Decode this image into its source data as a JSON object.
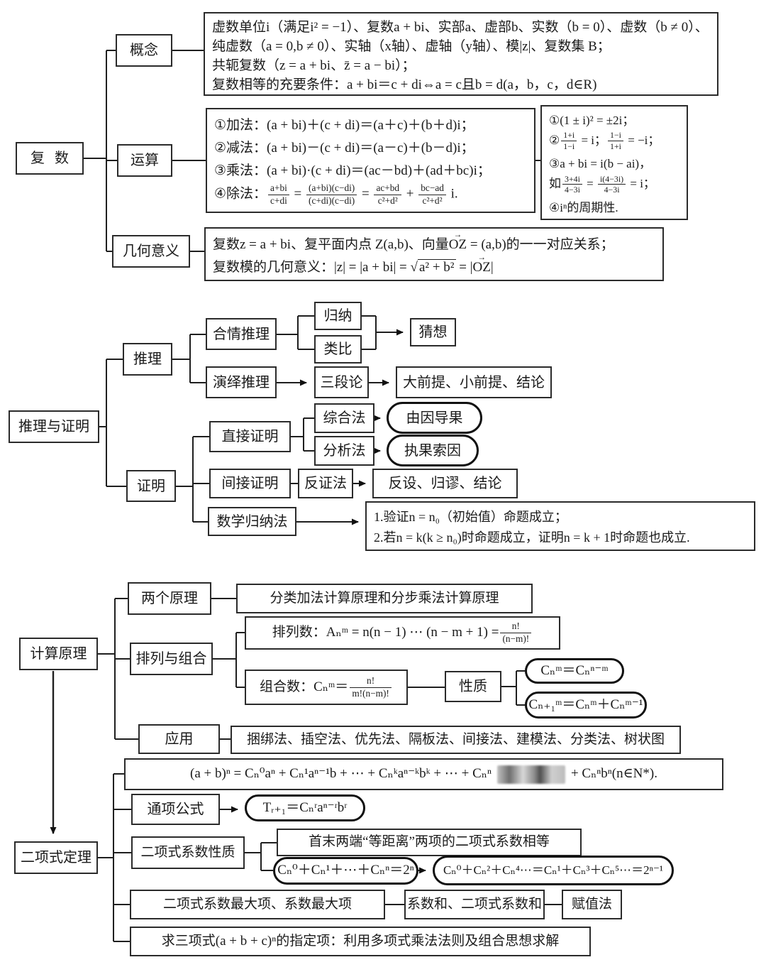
{
  "complex": {
    "root_label": "复数",
    "concept_label": "概念",
    "concept_lines": [
      "虚数单位i（满足i² = −1）、复数a + bi、实部a、虚部b、实数（b = 0）、虚数（b ≠ 0）、",
      "纯虚数（a = 0,b ≠ 0）、实轴（x轴）、虚轴（y轴）、模|z|、复数集 B；",
      "共轭复数（z = a + bi、z̄ = a − bi）；",
      "复数相等的充要条件：a + bi＝c + di⇔a = c且b = d(a，b，c，d∈R)"
    ],
    "ops_label": "运算",
    "ops_lines": [
      "①加法：(a + bi)＋(c + di)＝(a＋c)＋(b＋d)i；",
      "②减法：(a + bi)－(c + di)＝(a－c)＋(b－d)i；",
      "③乘法：(a + bi)·(c + di)＝(ac－bd)＋(ad＋bc)i；",
      "④除法：{f:a+bi|c+di} = {f:(a+bi)(c−di)|(c+di)(c−di)} = {f:ac+bd|c²+d²} + {f:bc−ad|c²+d²} i."
    ],
    "tips_lines": [
      "①(1 ± i)² = ±2i；",
      "②{f:1+i|1−i} = i；{f:1−i|1+i} = −i；",
      "③a + bi = i(b − ai)，",
      "如{f:3+4i|4−3i} = {f:i(4−3i)|4−3i} = i；",
      "④iⁿ的周期性."
    ],
    "geometry_label": "几何意义",
    "geometry_lines": [
      "复数z = a + bi、复平面内点 Z(a,b)、向量{v:OZ} = (a,b)的一一对应关系；",
      "复数模的几何意义：|z| = |a + bi| = {r:a² + b²} = |{v:OZ}|"
    ]
  },
  "reasoning": {
    "root_label": "推理与证明",
    "tuili_label": "推理",
    "heqing_label": "合情推理",
    "guina_label": "归纳",
    "leibi_label": "类比",
    "caixiang_label": "猜想",
    "yanyi_label": "演绎推理",
    "sanduanlun_label": "三段论",
    "premises_label": "大前提、小前提、结论",
    "zhengming_label": "证明",
    "direct_label": "直接证明",
    "zonghe_label": "综合法",
    "youyin_label": "由因导果",
    "fenxi_label": "分析法",
    "zhiguo_label": "执果索因",
    "indirect_label": "间接证明",
    "fanzheng_label": "反证法",
    "fanshe_label": "反设、归谬、结论",
    "induction_label": "数学归纳法",
    "induction_lines": [
      "1.验证n = n₀（初始值）命题成立；",
      "2.若n = k(k ≥ n₀)时命题成立，证明n = k + 1时命题也成立."
    ]
  },
  "counting": {
    "root_label": "计算原理",
    "two_principles_label": "两个原理",
    "two_principles_text": "分类加法计算原理和分步乘法计算原理",
    "perm_comb_label": "排列与组合",
    "perm_formula": "排列数：Aₙᵐ = n(n − 1) ⋯ (n − m + 1) = {f:n!|(n−m)!}",
    "comb_formula": "组合数：Cₙᵐ＝{f:n!|m!(n−m)!}",
    "property_label": "性质",
    "property1": "Cₙᵐ＝Cₙⁿ⁻ᵐ",
    "property2": "Cₙ₊₁ᵐ＝Cₙᵐ＋Cₙᵐ⁻¹",
    "application_label": "应用",
    "application_text": "捆绑法、插空法、优先法、隔板法、间接法、建模法、分类法、树状图"
  },
  "binomial": {
    "root_label": "二项式定理",
    "expansion_left": "(a + b)ⁿ = Cₙ⁰aⁿ + Cₙ¹aⁿ⁻¹b + ⋯ + Cₙᵏaⁿ⁻ᵏbᵏ + ⋯ + Cₙⁿ",
    "expansion_right": "+ Cₙⁿbⁿ(n∈N*).",
    "general_term_label": "通项公式",
    "general_term": "Tᵣ₊₁＝Cₙʳaⁿ⁻ʳbʳ",
    "coeff_props_label": "二项式系数性质",
    "equidistant_text": "首末两端“等距离”两项的二项式系数相等",
    "sum_formula": "Cₙ⁰＋Cₙ¹＋⋯＋Cₙⁿ＝2ⁿ",
    "parity_formula": "Cₙ⁰＋Cₙ²＋Cₙ⁴⋯＝Cₙ¹＋Cₙ³＋Cₙ⁵⋯＝2ⁿ⁻¹",
    "max_terms_label": "二项式系数最大项、系数最大项",
    "coeff_sums_label": "系数和、二项式系数和",
    "substitution_label": "赋值法",
    "trinomial_text": "求三项式(a + b + c)ⁿ的指定项：利用多项式乘法法则及组合思想求解"
  }
}
